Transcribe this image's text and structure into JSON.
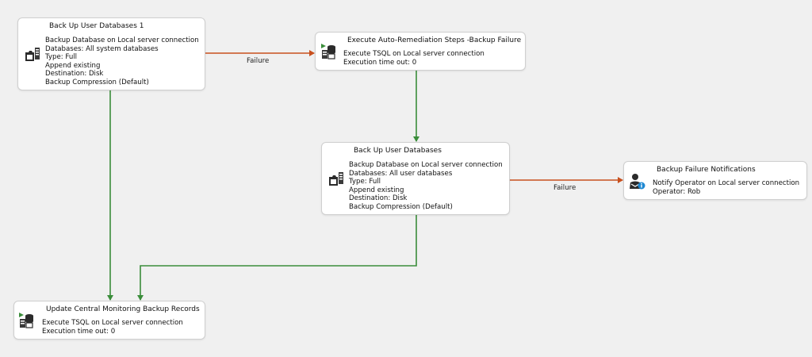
{
  "colors": {
    "success": "#3a8d3a",
    "failure": "#c8501e",
    "background": "#f0f0f0"
  },
  "tasks": [
    {
      "key": "backup-system",
      "title": "Back Up User Databases 1",
      "icon": "backup-database-icon",
      "details": [
        "Backup Database on Local server connection",
        "Databases: All system databases",
        "Type: Full",
        "Append existing",
        "Destination: Disk",
        "Backup Compression (Default)"
      ]
    },
    {
      "key": "auto-remediation",
      "title": "Execute Auto-Remediation Steps -Backup Failure",
      "icon": "execute-tsql-icon",
      "details": [
        "Execute TSQL on Local server connection",
        "Execution time out: 0"
      ]
    },
    {
      "key": "backup-user",
      "title": "Back Up User Databases",
      "icon": "backup-database-icon",
      "details": [
        "Backup Database on Local server connection",
        "Databases: All user databases",
        "Type: Full",
        "Append existing",
        "Destination: Disk",
        "Backup Compression (Default)"
      ]
    },
    {
      "key": "failure-notifications",
      "title": "Backup Failure Notifications",
      "icon": "notify-operator-icon",
      "details": [
        "Notify Operator on Local server connection",
        "Operator: Rob"
      ]
    },
    {
      "key": "update-monitoring",
      "title": "Update Central Monitoring Backup Records",
      "icon": "execute-tsql-icon",
      "details": [
        "Execute TSQL on Local server connection",
        "Execution time out: 0"
      ]
    }
  ],
  "connectors": [
    {
      "key": "c1",
      "from": "backup-system",
      "to": "auto-remediation",
      "outcome": "failure",
      "label": "Failure"
    },
    {
      "key": "c2",
      "from": "auto-remediation",
      "to": "backup-user",
      "outcome": "success",
      "label": ""
    },
    {
      "key": "c3",
      "from": "backup-user",
      "to": "failure-notifications",
      "outcome": "failure",
      "label": "Failure"
    },
    {
      "key": "c4",
      "from": "backup-system",
      "to": "update-monitoring",
      "outcome": "success",
      "label": ""
    },
    {
      "key": "c5",
      "from": "backup-user",
      "to": "update-monitoring",
      "outcome": "success",
      "label": ""
    }
  ]
}
